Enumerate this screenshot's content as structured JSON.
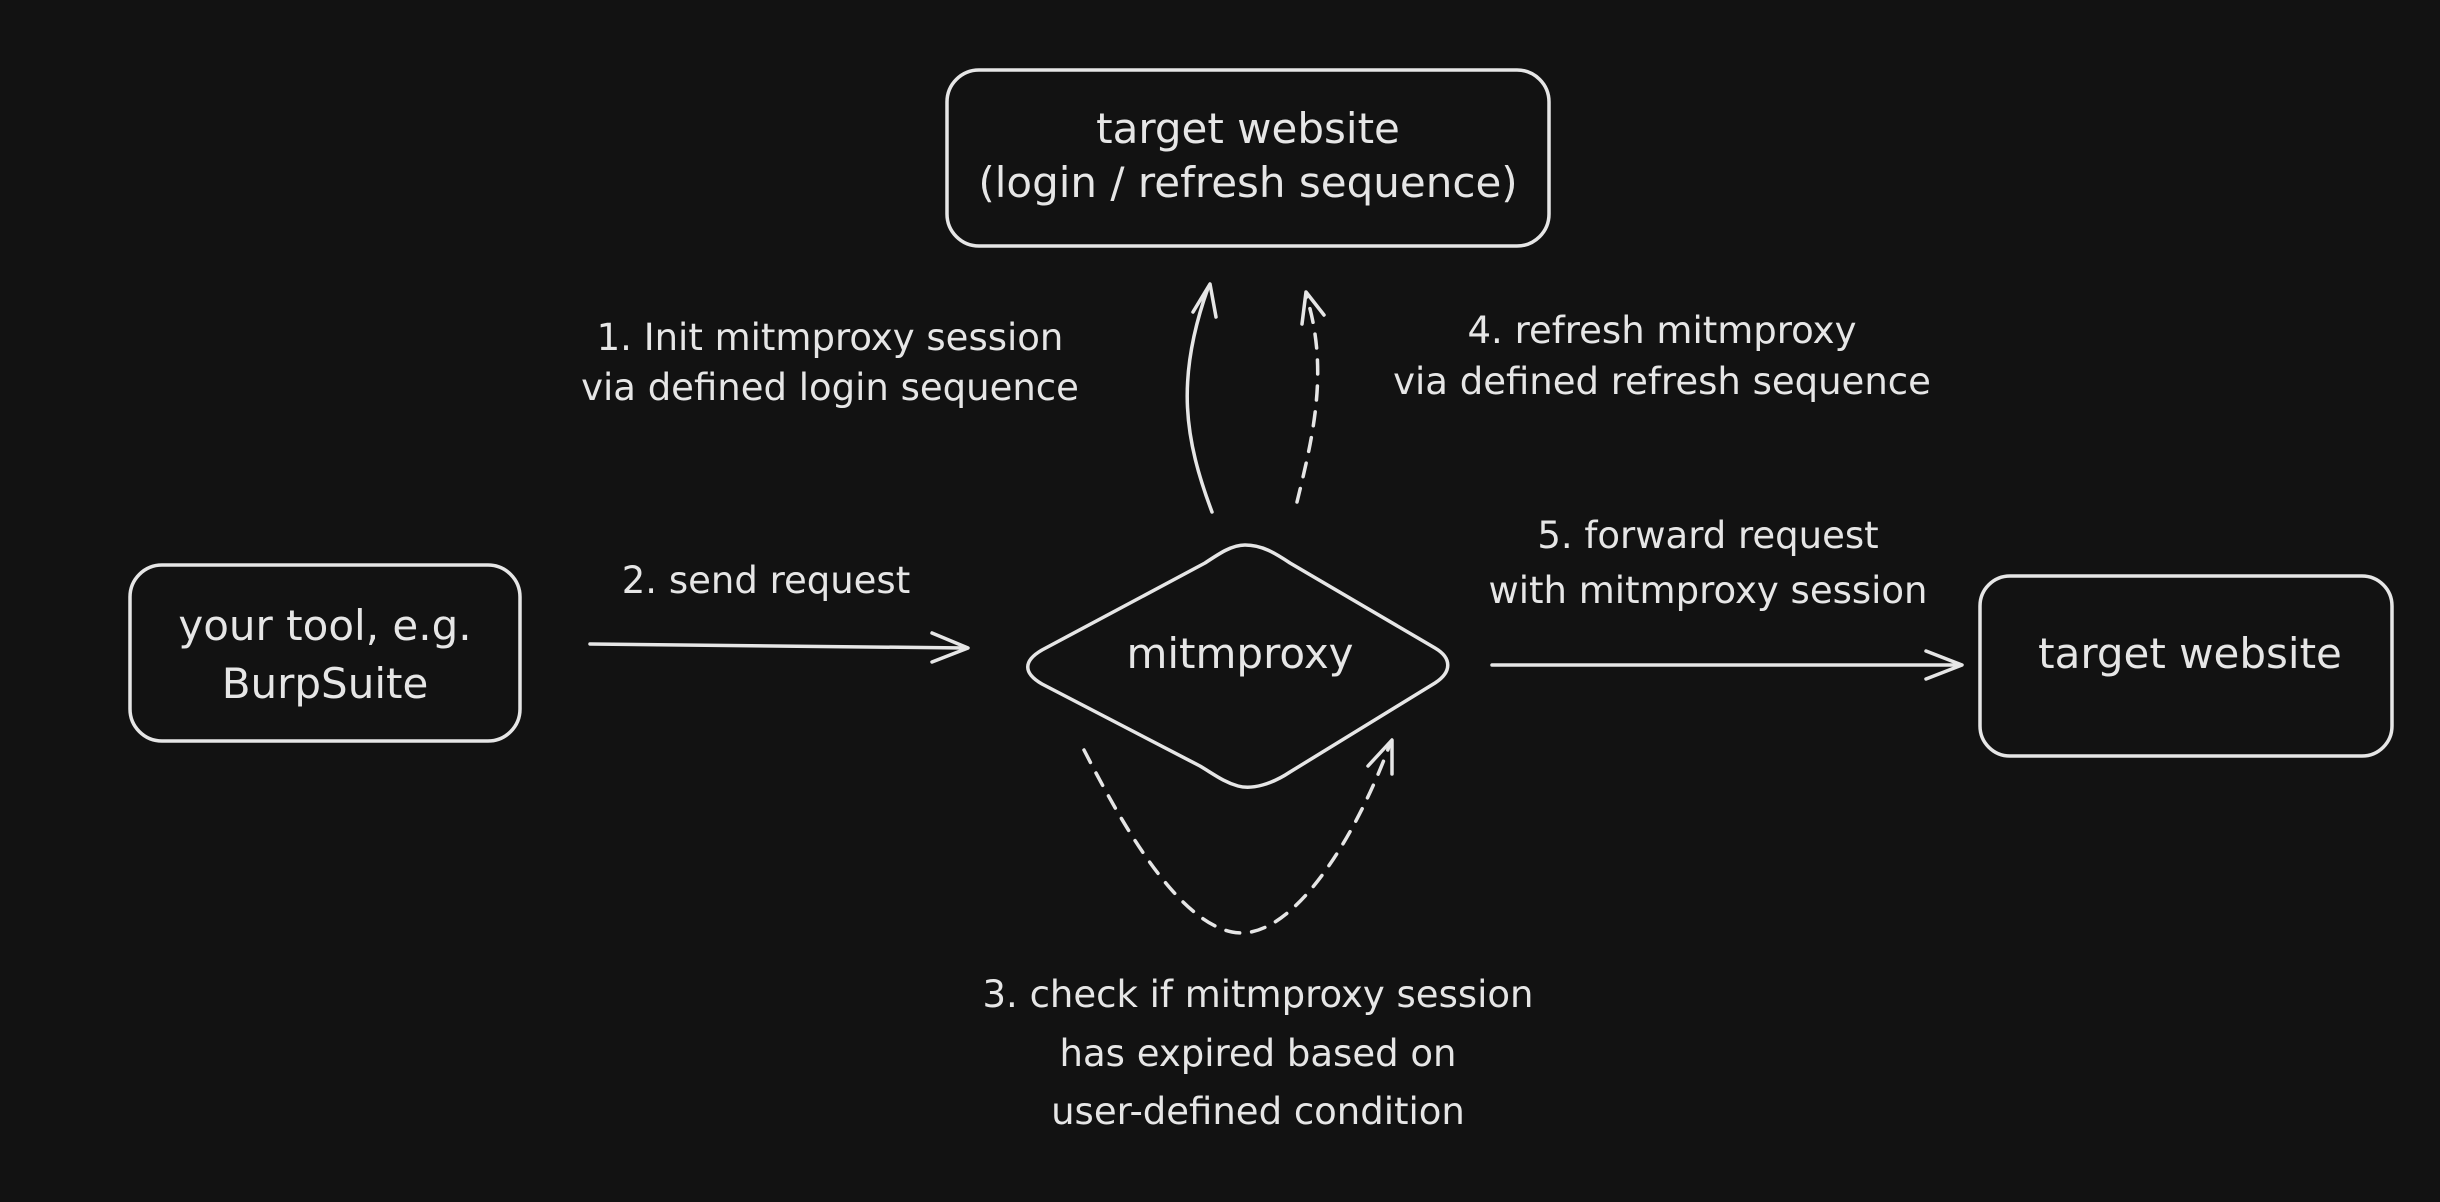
{
  "nodes": {
    "target_login": {
      "line1": "target website",
      "line2": "(login / refresh sequence)"
    },
    "tool": {
      "line1": "your tool, e.g.",
      "line2": "BurpSuite"
    },
    "mitmproxy": {
      "label": "mitmproxy"
    },
    "target_forward": {
      "label": "target website"
    }
  },
  "steps": {
    "step1": {
      "line1": "1. Init mitmproxy session",
      "line2": "via defined login sequence"
    },
    "step2": {
      "line1": "2. send request"
    },
    "step3": {
      "line1": "3. check if mitmproxy session",
      "line2": "has expired based on",
      "line3": "user-defined condition"
    },
    "step4": {
      "line1": "4. refresh mitmproxy",
      "line2": "via defined refresh sequence"
    },
    "step5": {
      "line1": "5. forward request",
      "line2": "with mitmproxy session"
    }
  },
  "colors": {
    "background": "#121212",
    "stroke": "#e6e6e6"
  }
}
